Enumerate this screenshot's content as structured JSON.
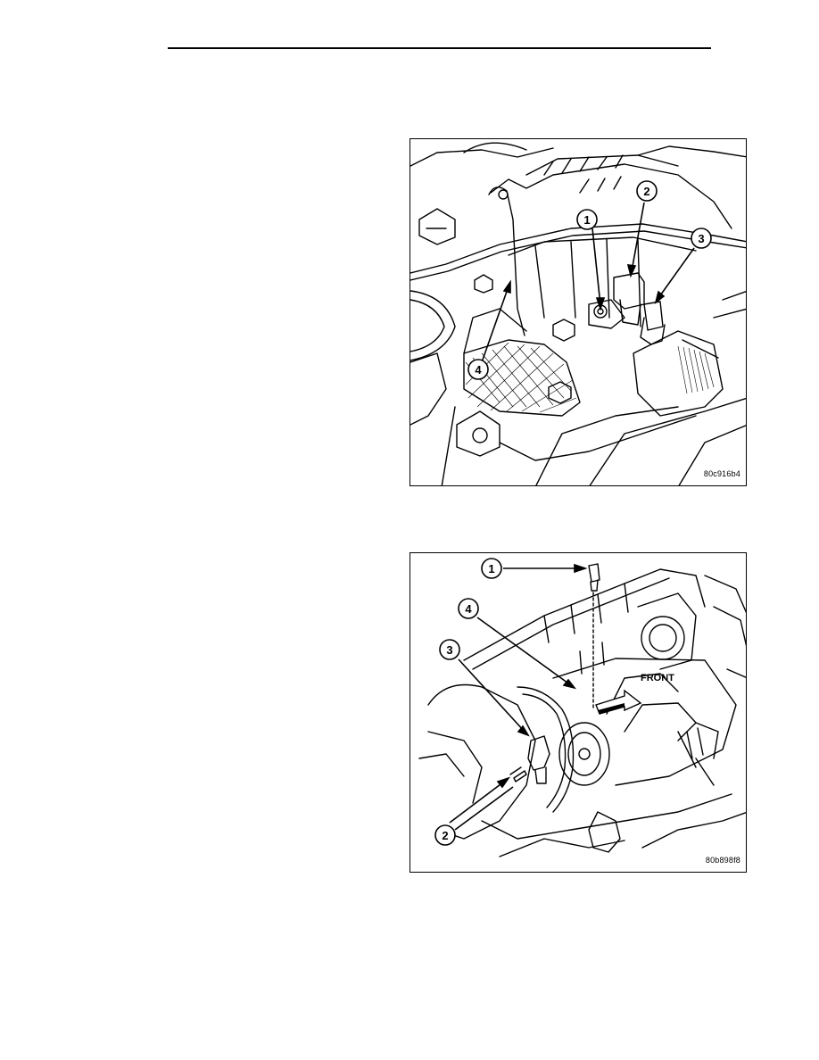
{
  "figures": [
    {
      "id": "80c916b4",
      "callouts": [
        "1",
        "2",
        "3",
        "4"
      ]
    },
    {
      "id": "80b898f8",
      "callouts": [
        "1",
        "2",
        "3",
        "4"
      ],
      "direction_label": "FRONT"
    }
  ]
}
